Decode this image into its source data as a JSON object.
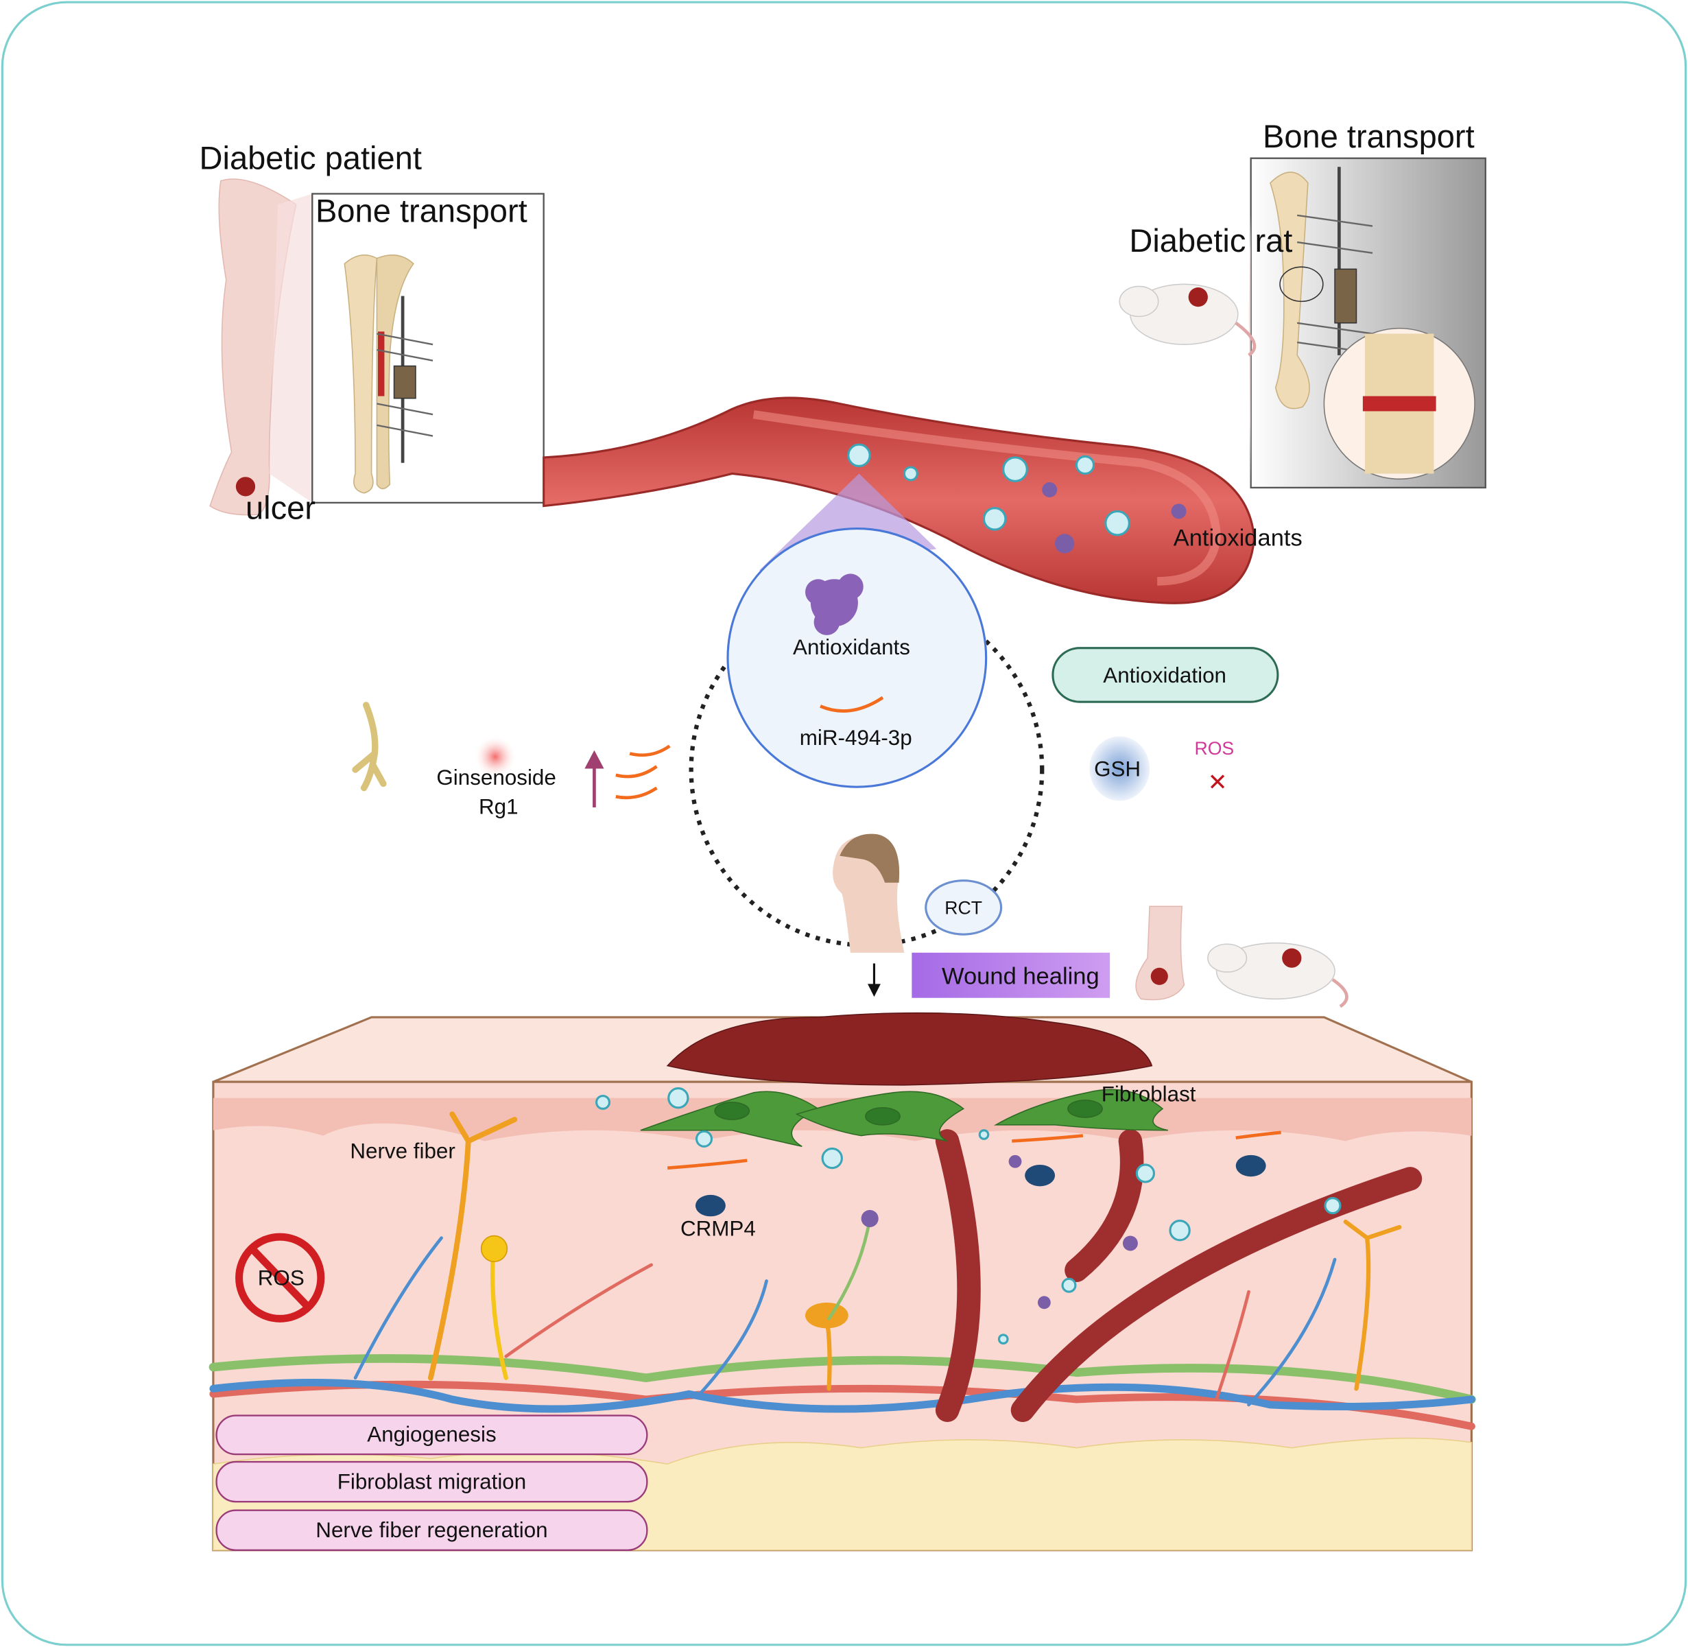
{
  "clinical": {
    "patient_label": "Diabetic patient",
    "bone_transport_label": "Bone transport",
    "ulcer_label": "ulcer"
  },
  "animal": {
    "bone_transport_label": "Bone transport",
    "rat_label": "Diabetic rat"
  },
  "vessel": {
    "antioxidants_label": "Antioxidants"
  },
  "mechanism": {
    "circle_antioxidants": "Antioxidants",
    "mirna": "miR-494-3p",
    "antioxidation": "Antioxidation",
    "gsh": "GSH",
    "ros": "ROS",
    "ginsenoside_line1": "Ginsenoside",
    "ginsenoside_line2": "Rg1",
    "rct": "RCT",
    "wound_healing": "Wound healing"
  },
  "skin": {
    "nerve_fiber": "Nerve fiber",
    "crmp4": "CRMP4",
    "fibroblast": "Fibroblast",
    "ros_inhibited": "ROS"
  },
  "outcomes": [
    "Angiogenesis",
    "Fibroblast migration",
    "Nerve fiber regeneration"
  ],
  "colors": {
    "frame": "#7ccfcf",
    "vessel": "#c9413f",
    "circle_stroke": "#4a78d8",
    "antioxidation_fill": "#d5efe9",
    "wound_healing_fill": "#b57be8",
    "ros_text": "#d0389a",
    "outcome_fill": "#f6d5ec",
    "fibroblast": "#4c9a3a",
    "mirna": "#f36b1c"
  }
}
